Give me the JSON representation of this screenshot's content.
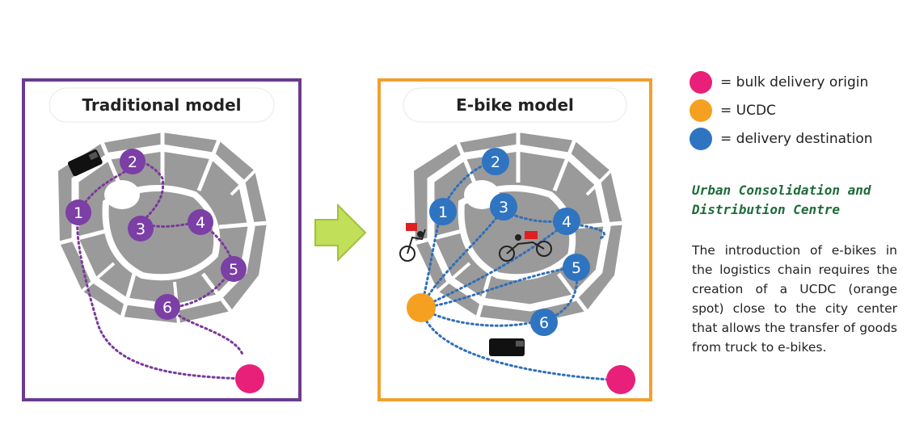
{
  "left_panel": {
    "title": "Traditional model",
    "numbers": [
      "1",
      "2",
      "3",
      "4",
      "5",
      "6"
    ],
    "colors": {
      "border": "#6b3b8f",
      "route": "#7a3a9a",
      "node": "#7b3fa5",
      "origin": "#e8207a"
    }
  },
  "right_panel": {
    "title": "E-bike model",
    "numbers": [
      "1",
      "2",
      "3",
      "4",
      "5",
      "6"
    ],
    "colors": {
      "border": "#f0a030",
      "route": "#2f6fb8",
      "node": "#2f74c0",
      "ucdc": "#f5a020",
      "origin": "#e8207a"
    }
  },
  "legend": [
    {
      "color": "#e8207a",
      "label": "= bulk delivery origin"
    },
    {
      "color": "#f5a020",
      "label": "= UCDC"
    },
    {
      "color": "#2f74c0",
      "label": "= delivery destination"
    }
  ],
  "ucdc_title": "Urban Consolidation and Distribution Centre",
  "description": "The introduction of e-bikes in the logistics chain requires the creation of a UCDC (orange spot) close to the city center that allows the transfer of goods from truck to e-bikes.",
  "icons": [
    "truck-icon",
    "ebike-icon",
    "arrow-right-icon"
  ]
}
